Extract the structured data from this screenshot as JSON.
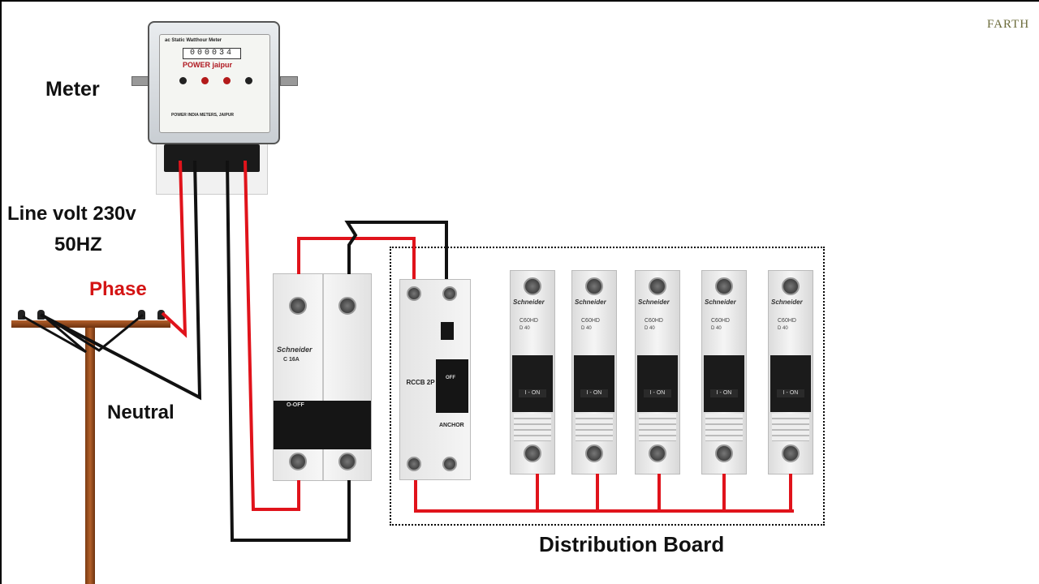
{
  "labels": {
    "meter": "Meter",
    "line_volt": "Line volt 230v",
    "frequency": "50HZ",
    "phase": "Phase",
    "neutral": "Neutral",
    "distribution_board": "Distribution Board"
  },
  "logo": {
    "text": "FARTH"
  },
  "meter": {
    "title": "ac Static Watthour Meter",
    "reading": "000034",
    "brand": "POWER jaipur",
    "maker": "POWER INDIA METERS, JAIPUR"
  },
  "main_mcb": {
    "brand": "Schneider",
    "model": "C 16A",
    "switch_state": "O-OFF"
  },
  "rccb": {
    "label": "RCCB 2P",
    "brand": "ANCHOR",
    "switch_state": "OFF"
  },
  "mcbs": [
    {
      "brand": "Schneider",
      "model": "C60HD",
      "rating": "D 40",
      "state": "I - ON"
    },
    {
      "brand": "Schneider",
      "model": "C60HD",
      "rating": "D 40",
      "state": "I - ON"
    },
    {
      "brand": "Schneider",
      "model": "C60HD",
      "rating": "D 40",
      "state": "I - ON"
    },
    {
      "brand": "Schneider",
      "model": "C60HD",
      "rating": "D 40",
      "state": "I - ON"
    },
    {
      "brand": "Schneider",
      "model": "C60HD",
      "rating": "D 40",
      "state": "I - ON"
    }
  ],
  "colors": {
    "phase_wire": "#e0131b",
    "neutral_wire": "#111111",
    "phase_label": "#d41414"
  }
}
